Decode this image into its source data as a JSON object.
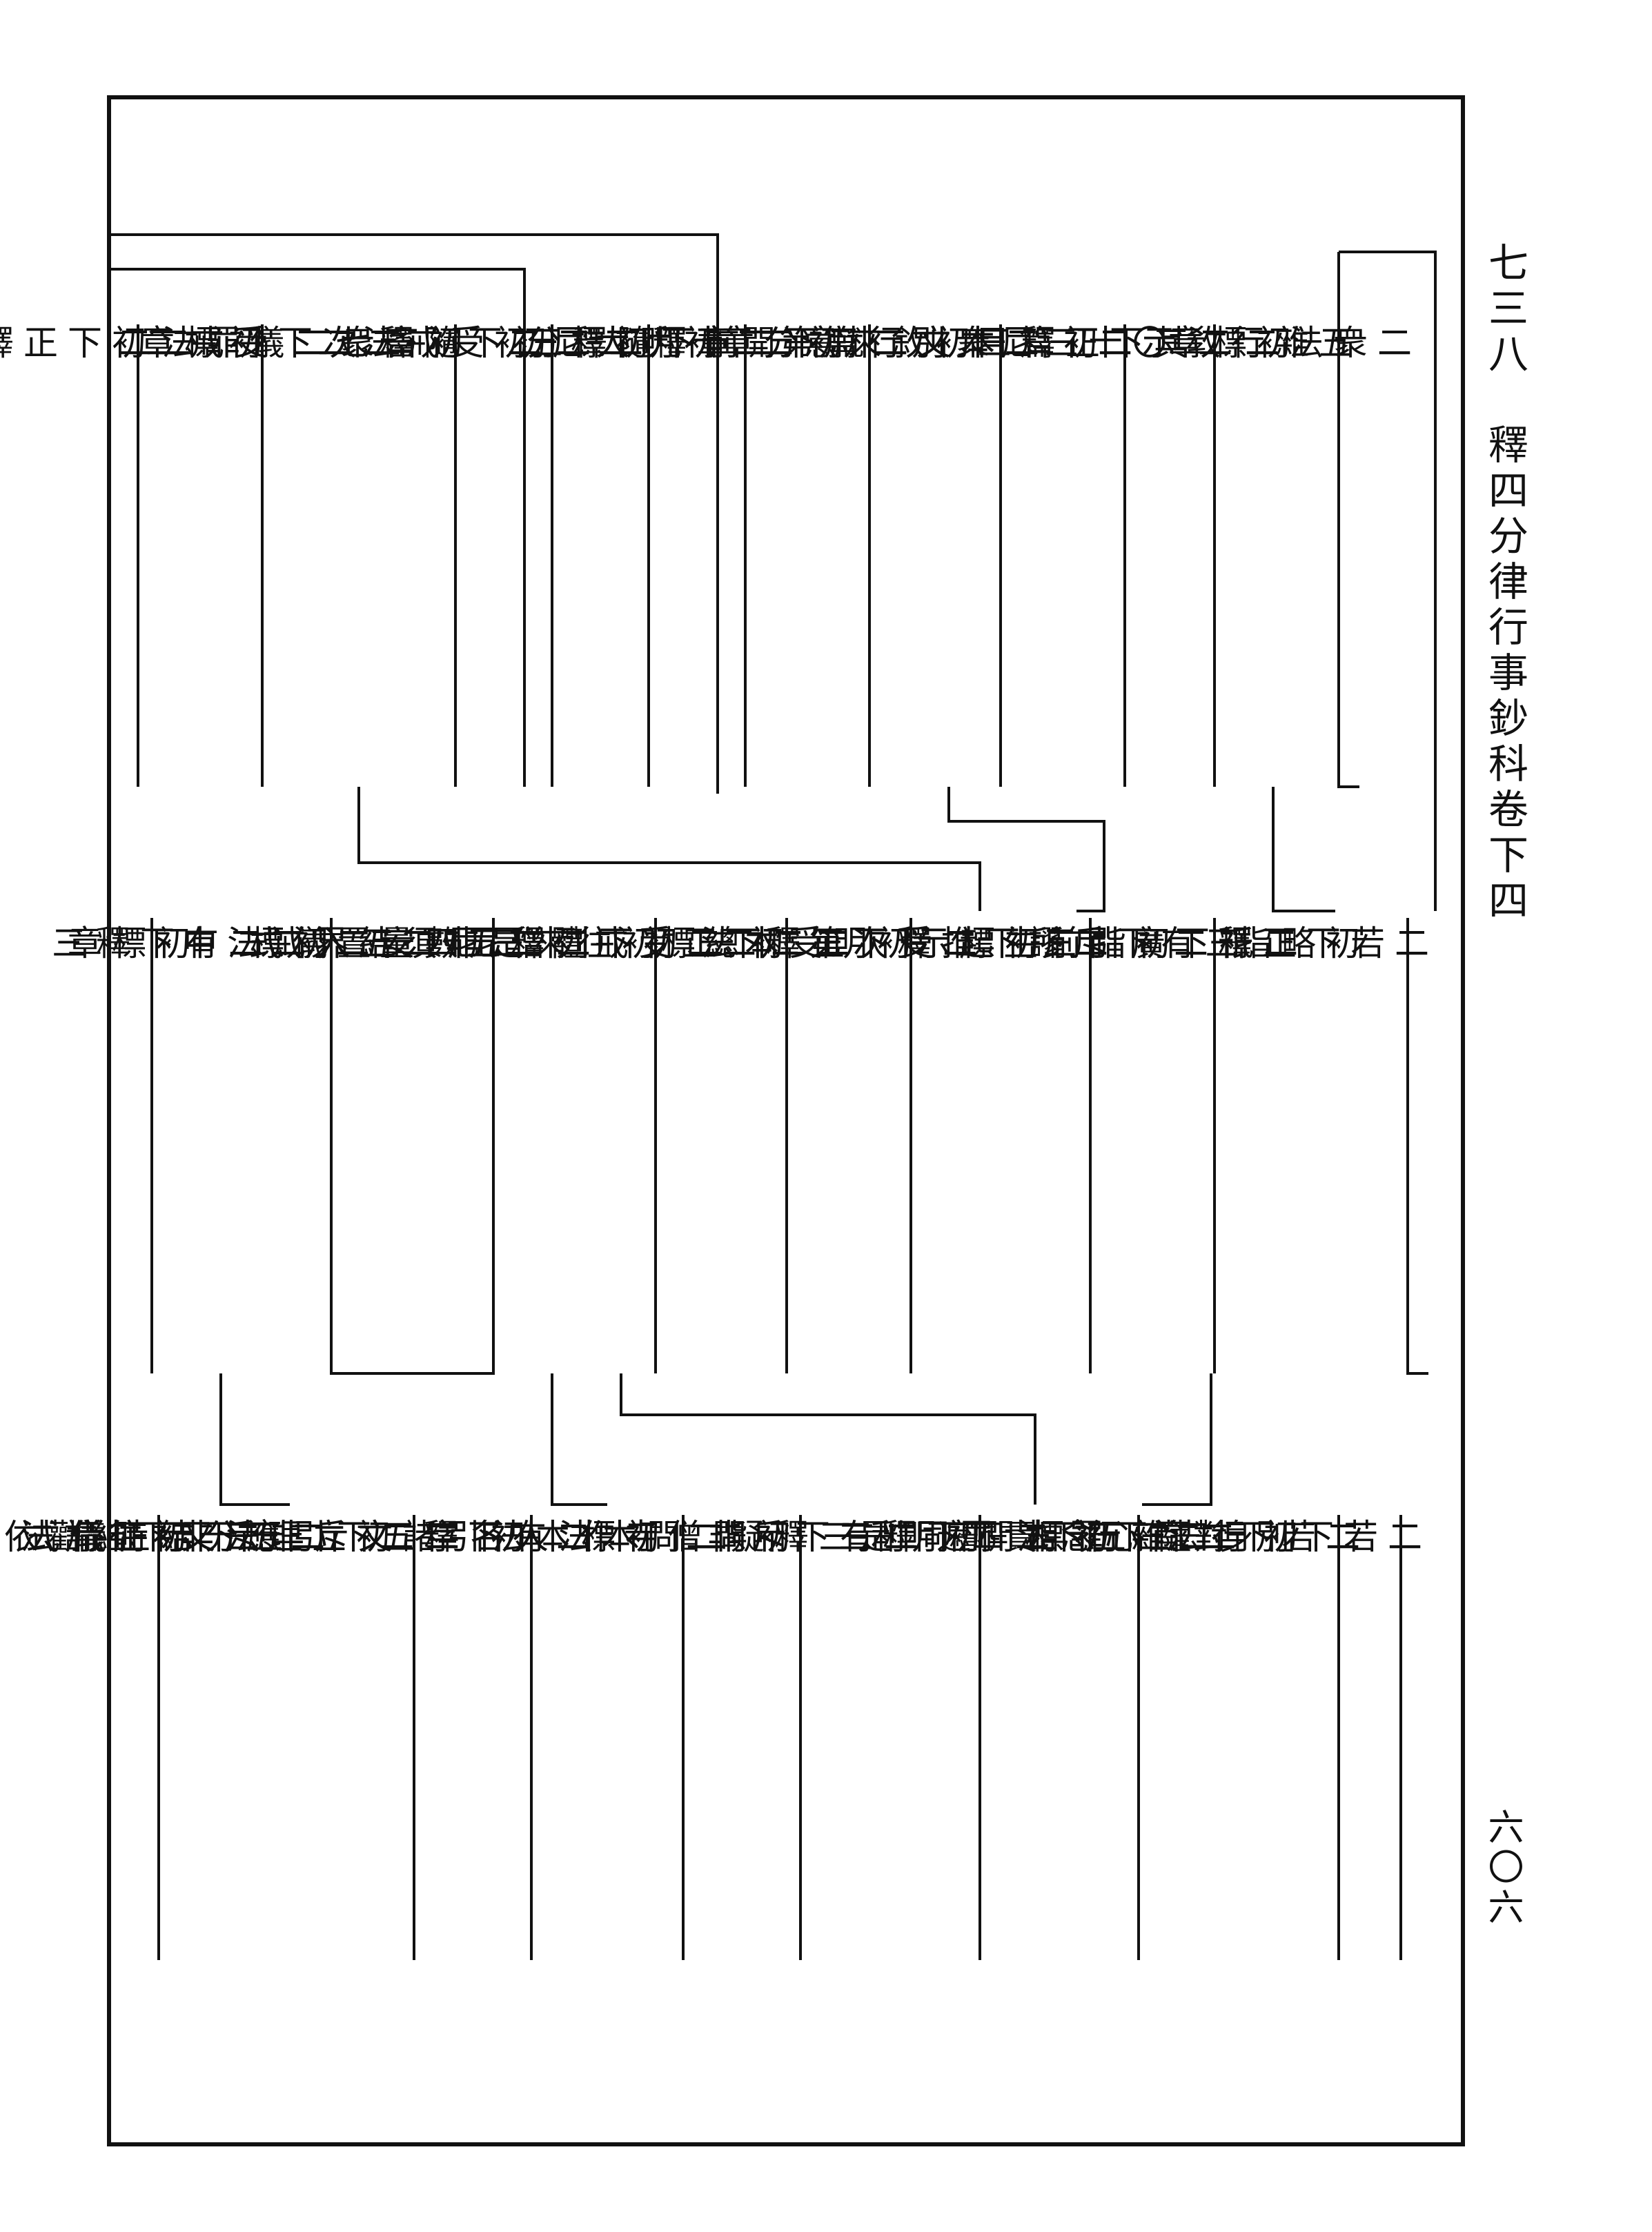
{
  "page": {
    "header": "七三八　釋四分律行事鈔科卷下四",
    "page_number": "六〇六"
  },
  "tier1": [
    "二衆法二",
    "五雜行敎示二",
    "初標章",
    "二其下正釋三",
    "〇十三尼衆別行篇第二十九二",
    "初篇目",
    "二本文二",
    "初敘來意二",
    "二就下開章釋二",
    "初分章",
    "二前下隨釋三",
    "初明大尼二",
    "初標分",
    "二初下隨釋七",
    "初受戒法二",
    "初畜衆",
    "二次下受戒二",
    "二儀罪法二",
    "初標章",
    "二初下正釋三"
  ],
  "tier2": [
    "二若下正釋二",
    "初略指",
    "二祇下廣引三",
    "三有下斥謬",
    "初指前生起",
    "二所下推釋次第",
    "初標示",
    "二受下正釋二",
    "初明受本法",
    "二二下正受戒體二",
    "初總標",
    "二初下列釋五",
    "初往來是非二",
    "二僧尼數量二",
    "三尼須結界二",
    "四安置儀式",
    "五入戒法中",
    "初標",
    "二有下釋三",
    "初標章"
  ],
  "tier3": [
    "二若下別行法",
    "二若下對首心念法",
    "初身口雜行",
    "二薩下罪相開遮",
    "三五下責罰同利",
    "初標",
    "二四下釋三",
    "初明是",
    "二有下斥非",
    "三釋疑二",
    "初問僧寺作本法",
    "二問本法人名字",
    "初標",
    "二有下釋二",
    "初引諸文斥非法",
    "二五下引五分示正儀",
    "初立理斥非",
    "二應下結時儀式",
    "三又下結勸依行",
    "初往請法"
  ]
}
